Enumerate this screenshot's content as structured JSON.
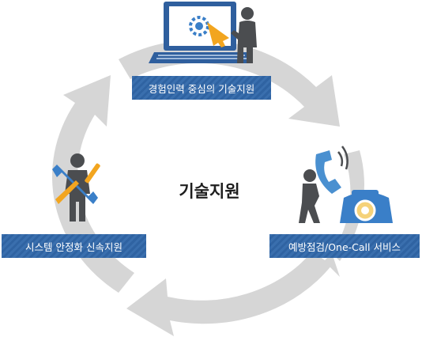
{
  "center_title": "기술지원",
  "nodes": [
    {
      "label": "경험인력 중심의 기술지원",
      "icon": "computer-presenter-icon"
    },
    {
      "label": "예방점검/One-Call 서비스",
      "icon": "telephone-support-icon"
    },
    {
      "label": "시스템 안정화 신속지원",
      "icon": "tools-repair-icon"
    }
  ],
  "colors": {
    "arrow": "#d6d6d6",
    "label_bg": "#3a6fae",
    "label_text": "#ffffff",
    "person": "#4b4d50",
    "accent_orange": "#f2a51f",
    "accent_blue": "#4a90d0"
  }
}
